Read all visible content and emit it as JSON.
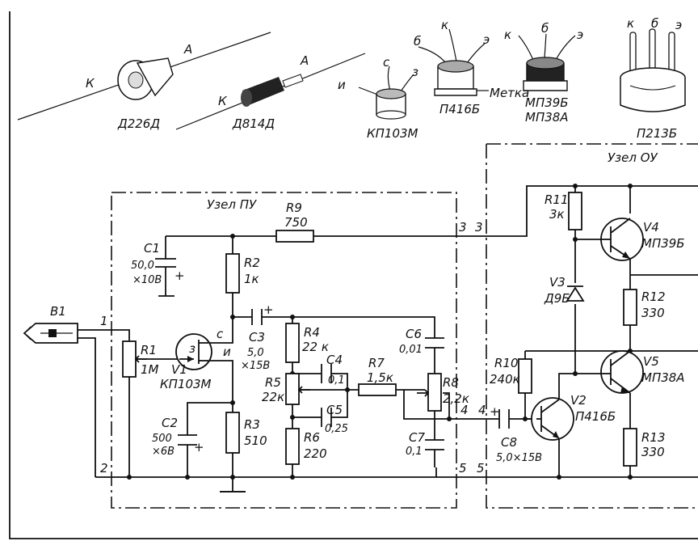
{
  "components_top": {
    "d226_k": "К",
    "d226_a": "А",
    "d226_name": "Д226Д",
    "d814_k": "К",
    "d814_a": "А",
    "d814_name": "Д814Д",
    "kp103_i": "и",
    "kp103_s": "с",
    "kp103_z": "з",
    "kp103_name": "КП103М",
    "p416_b": "б",
    "p416_k": "к",
    "p416_e": "э",
    "p416_mark": "Метка",
    "p416_name": "П416Б",
    "mp39_k": "к",
    "mp39_b": "б",
    "mp39_e": "э",
    "mp39_name1": "МП39Б",
    "mp39_name2": "МП38А",
    "p213_k": "к",
    "p213_b": "б",
    "p213_e": "э",
    "p213_name": "П213Б"
  },
  "blocks": {
    "pu_title": "Узел ПУ",
    "ou_title": "Узел ОУ"
  },
  "parts": {
    "B1": "В1",
    "R1": "R1",
    "R1_val": "1М",
    "V1": "V1",
    "V1_type": "КП103М",
    "V1_pin_c": "с",
    "V1_pin_z": "з",
    "V1_pin_i": "и",
    "C1": "С1",
    "C1_val": "50,0",
    "C1_volt": "×10В",
    "R2": "R2",
    "R2_val": "1к",
    "R9": "R9",
    "R9_val": "750",
    "C3": "С3",
    "C3_val": "5,0",
    "C3_volt": "×15В",
    "C2": "С2",
    "C2_val": "500",
    "C2_volt": "×6В",
    "R3": "R3",
    "R3_val": "510",
    "R4": "R4",
    "R4_val": "22 к",
    "C4": "С4",
    "C4_val": "0,1",
    "R5": "R5",
    "R5_val": "22к",
    "C5": "С5",
    "C5_val": "0,25",
    "R6": "R6",
    "R6_val": "220",
    "R7": "R7",
    "R7_val": "1,5к",
    "C6": "С6",
    "C6_val": "0,01",
    "R8": "R8",
    "R8_val": "2,2к",
    "C7": "С7",
    "C7_val": "0,1",
    "R11": "R11",
    "R11_val": "3к",
    "V4": "V4",
    "V4_type": "МП39Б",
    "V3": "V3",
    "V3_type": "Д9Б",
    "R12": "R12",
    "R12_val": "330",
    "R10": "R10",
    "R10_val": "240к",
    "V5": "V5",
    "V5_type": "МП38А",
    "V2": "V2",
    "V2_type": "П416Б",
    "C8": "С8",
    "C8_val": "5,0×15В",
    "R13": "R13",
    "R13_val": "330"
  },
  "nodes": {
    "n1": "1",
    "n2": "2",
    "n3a": "3",
    "n3b": "3",
    "n4a": "4",
    "n4b": "4",
    "n5a": "5",
    "n5b": "5"
  }
}
